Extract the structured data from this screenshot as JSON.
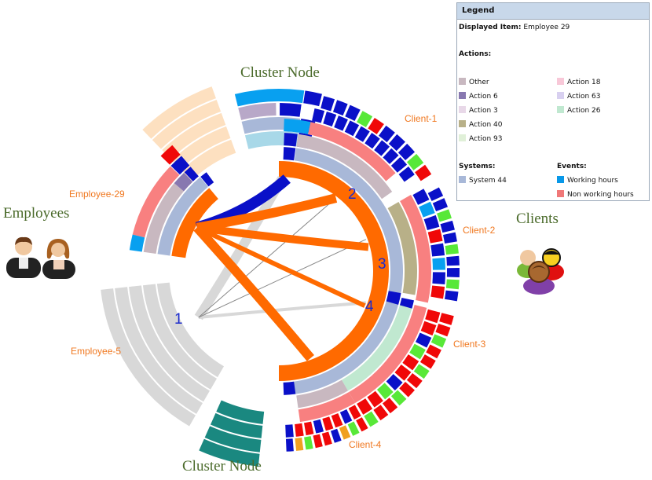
{
  "labels": {
    "cluster_node_top": "Cluster Node",
    "cluster_node_bottom": "Cluster Node",
    "employees": "Employees",
    "clients": "Clients",
    "client_1": "Client-1",
    "client_2": "Client-2",
    "client_3": "Client-3",
    "client_4": "Client-4",
    "employee_29": "Employee-29",
    "employee_5": "Employee-5",
    "num_1": "1",
    "num_2": "2",
    "num_3": "3",
    "num_4": "4"
  },
  "legend": {
    "title": "Legend",
    "displayed_item_label": "Displayed Item:",
    "displayed_item_value": "Employee 29",
    "actions_label": "Actions:",
    "actions_left": [
      {
        "label": "Other",
        "color": "#c8b8c0"
      },
      {
        "label": "Action 6",
        "color": "#8878b0"
      },
      {
        "label": "Action 3",
        "color": "#e8d8e8"
      },
      {
        "label": "Action 40",
        "color": "#b8b088"
      },
      {
        "label": "Action 93",
        "color": "#e0f0d8"
      }
    ],
    "actions_right": [
      {
        "label": "Action 18",
        "color": "#f8c8d8"
      },
      {
        "label": "Action 63",
        "color": "#d8d0f0"
      },
      {
        "label": "Action 26",
        "color": "#c0e8d0"
      }
    ],
    "systems_label": "Systems:",
    "systems": [
      {
        "label": "System 44",
        "color": "#a8b8d8"
      }
    ],
    "events_label": "Events:",
    "events": [
      {
        "label": "Working hours",
        "color": "#0898e8"
      },
      {
        "label": "Non working hours",
        "color": "#f07878"
      }
    ]
  },
  "colors": {
    "orange": "#ff6a00",
    "blue": "#0a10c8",
    "light_gray": "#d8d8d8",
    "teal": "#1a8880",
    "peach": "#fde0c0",
    "light_blue": "#a8d8e8",
    "sky": "#08a0f0",
    "salmon": "#f88080",
    "red": "#f00808",
    "green": "#58e838"
  }
}
